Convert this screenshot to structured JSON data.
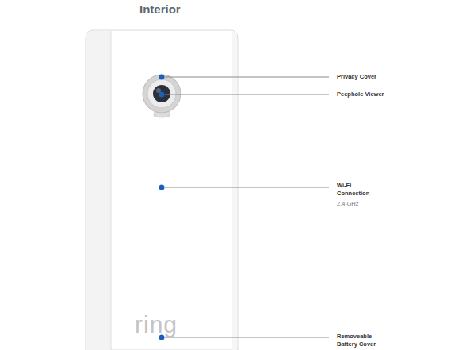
{
  "diagram": {
    "title": "Interior",
    "nodes": [
      {
        "text": [
          "ring"
        ]
      }
    ],
    "labels": [
      "Privacy Cover",
      "Peephole Viewer",
      "Wi-Fi Connection",
      "2.4 GHz",
      "Removeable Battery Cover"
    ]
  }
}
